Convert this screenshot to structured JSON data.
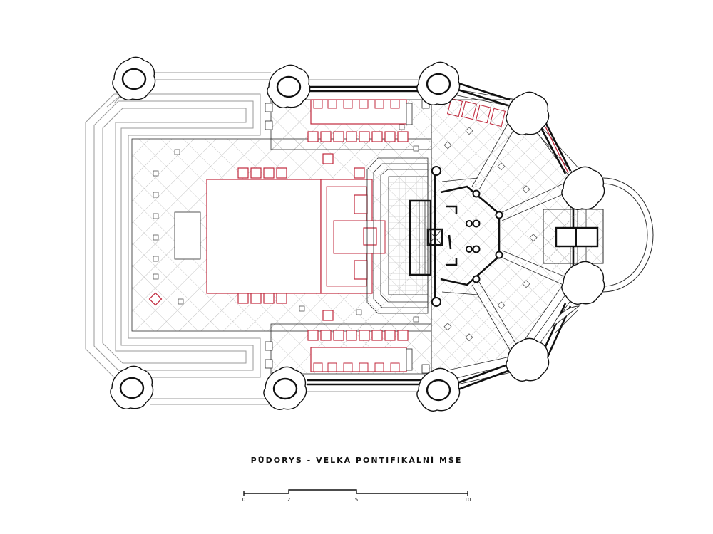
{
  "caption": "PŮDORYS - VELKÁ PONTIFIKÁLNÍ MŠE",
  "scale_bar": {
    "labels": [
      "0",
      "2",
      "5",
      "10"
    ]
  },
  "colors": {
    "line": "#2a2a2a",
    "fine": "#9a9a9a",
    "accent": "#c0283c",
    "background": "#ffffff"
  }
}
